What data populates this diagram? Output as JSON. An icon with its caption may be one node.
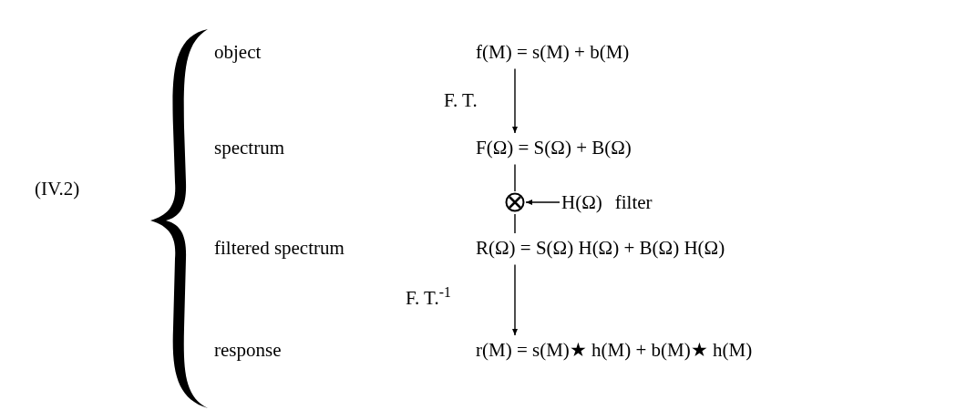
{
  "diagram": {
    "nodes": [
      {
        "text": [
          "f(M) = s(M) + b(M)"
        ]
      },
      {
        "text": [
          "F(Ω) = S(Ω) + B(Ω)"
        ]
      },
      {
        "text": [],
        "shape": "circle"
      },
      {
        "text": [
          "H(Ω)"
        ],
        "beside": [
          "filter"
        ]
      },
      {
        "text": [
          "R(Ω) = S(Ω) H(Ω) + B(Ω) H(Ω)"
        ]
      },
      {
        "text": [
          "r(M) = s(M)★ h(M) + b(M)★ h(M)"
        ]
      },
      {
        "text": [],
        "shape": "brace"
      }
    ],
    "edges": [
      {
        "from": 0,
        "to": 1,
        "arrow": "to",
        "label": "F. T."
      },
      {
        "from": 1,
        "to": 2,
        "arrow": "none"
      },
      {
        "from": 3,
        "to": 2,
        "arrow": "to"
      },
      {
        "from": 2,
        "to": 4,
        "arrow": "none"
      },
      {
        "from": 4,
        "to": 5,
        "arrow": "to",
        "label": "F. T.$^{-1}$"
      }
    ],
    "labels": [
      "(IV.2)",
      "object",
      "spectrum",
      "filtered spectrum",
      "response"
    ]
  }
}
